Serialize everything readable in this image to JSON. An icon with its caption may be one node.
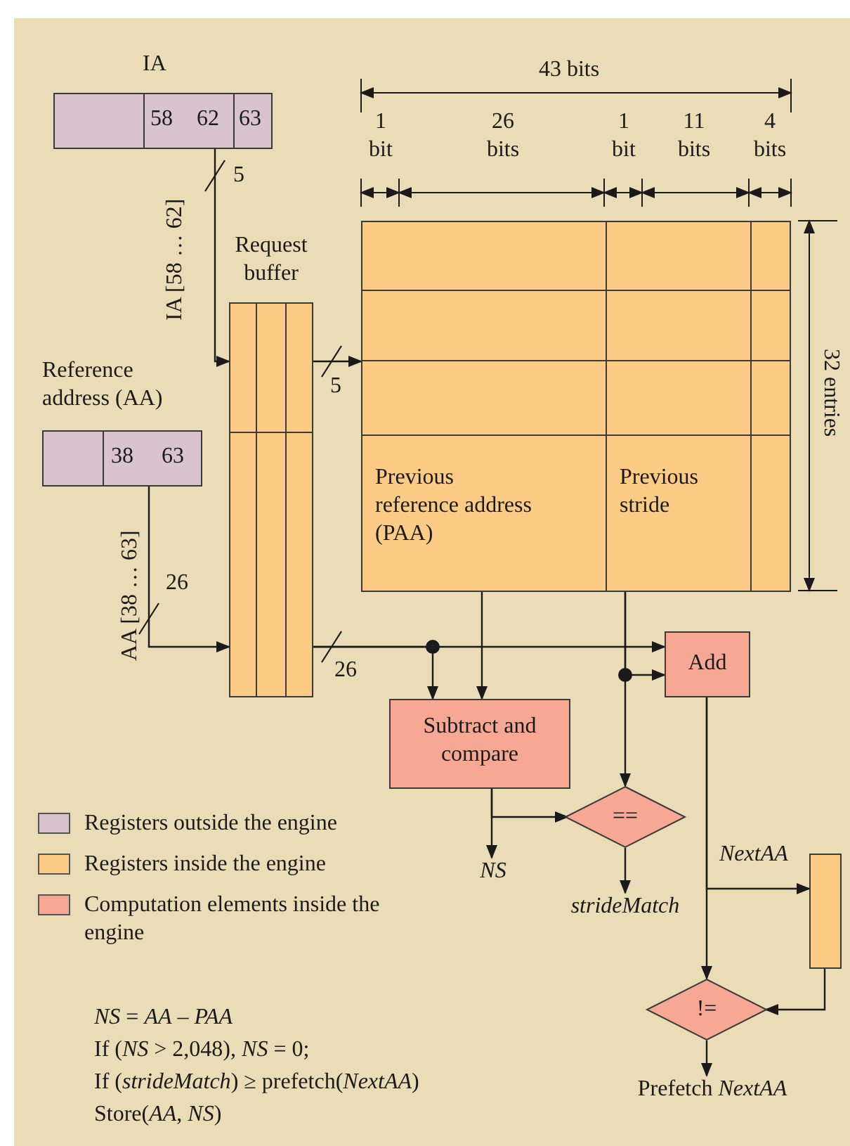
{
  "diagram": {
    "nodes": [
      {
        "text": [
          "IA",
          "58",
          "62",
          "63"
        ]
      },
      {
        "text": [
          "Request buffer"
        ]
      },
      {
        "text": [
          "Reference address (AA)",
          "38",
          "63"
        ]
      },
      {
        "text": [
          "Previous reference address (PAA)",
          "Previous stride"
        ]
      },
      {
        "text": [
          "Subtract and compare"
        ]
      },
      {
        "text": [
          "Add"
        ]
      },
      {
        "text": [
          "=="
        ]
      },
      {
        "text": [
          "NS"
        ]
      },
      {
        "text": [
          "strideMatch"
        ]
      },
      {
        "text": [],
        "shape": "bar"
      },
      {
        "text": [
          "!="
        ]
      },
      {
        "text": [
          "Prefetch *NextAA*"
        ]
      }
    ],
    "edges": [
      {
        "from": 0,
        "to": 1,
        "arrow": "to",
        "label": "5"
      },
      {
        "from": 1,
        "to": 3,
        "arrow": "to",
        "label": "5"
      },
      {
        "from": 2,
        "to": 1,
        "arrow": "to",
        "label": "26"
      },
      {
        "from": 1,
        "to": 5,
        "arrow": "to",
        "label": "26"
      },
      {
        "from": 1,
        "to": 4,
        "arrow": "to"
      },
      {
        "from": 3,
        "to": 4,
        "arrow": "to"
      },
      {
        "from": 3,
        "to": 6,
        "arrow": "to"
      },
      {
        "from": 3,
        "to": 5,
        "arrow": "to"
      },
      {
        "from": 4,
        "to": 7,
        "arrow": "to"
      },
      {
        "from": 4,
        "to": 6,
        "arrow": "to"
      },
      {
        "from": 6,
        "to": 8,
        "arrow": "to"
      },
      {
        "from": 5,
        "to": 9,
        "arrow": "to",
        "label": "NextAA"
      },
      {
        "from": 5,
        "to": 10,
        "arrow": "to"
      },
      {
        "from": 9,
        "to": 10,
        "arrow": "to"
      },
      {
        "from": 10,
        "to": 11,
        "arrow": "to"
      }
    ],
    "labels": [
      "IA [58 … 62]",
      "AA [38 … 63]",
      "43 bits",
      "1 bit",
      "26 bits",
      "1 bit",
      "11 bits",
      "4 bits",
      "32 entries",
      "*NS* = *AA* – *PAA*",
      "If (*NS* > 2,048), *NS* = 0;",
      "If (*strideMatch*) ≥ prefetch(*NextAA*)",
      "Store(*AA*, *NS*)"
    ],
    "legend": [
      {
        "text": "Registers outside the engine",
        "color": "#d9c3cf"
      },
      {
        "text": "Registers inside the engine",
        "color": "#fccb85"
      },
      {
        "text": "Computation elements inside the engine",
        "color": "#f7a895"
      }
    ]
  }
}
